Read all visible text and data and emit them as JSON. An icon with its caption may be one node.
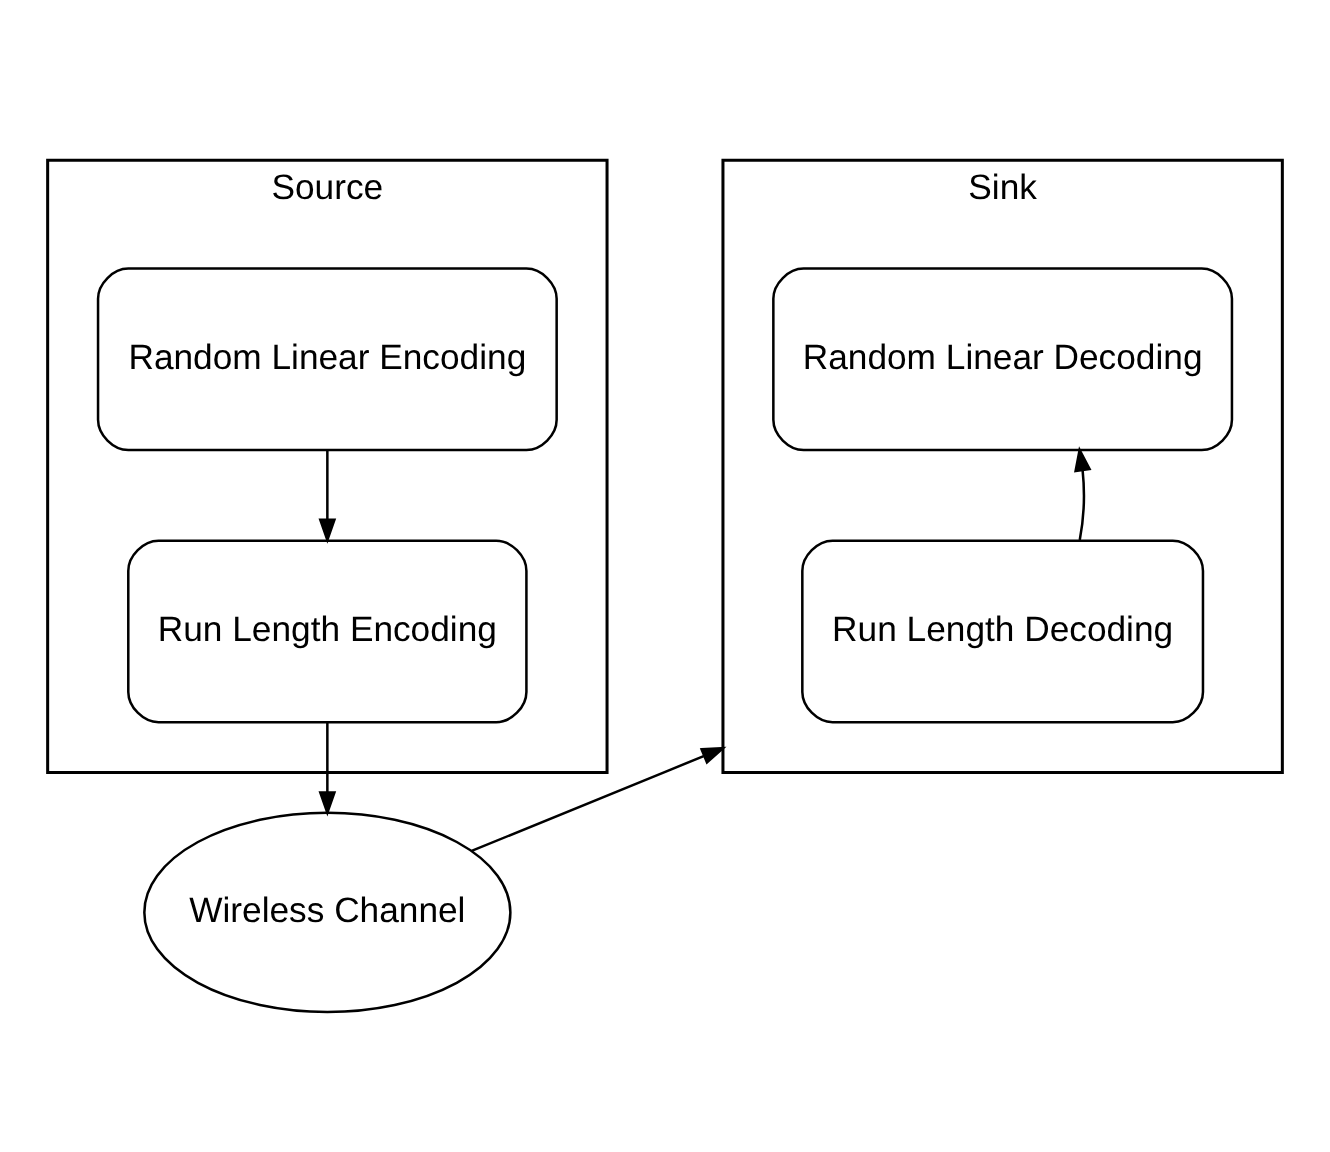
{
  "diagram": {
    "nodes": [
      {
        "text": [
          "Source"
        ]
      },
      {
        "text": [
          "Random Linear Encoding"
        ],
        "in": 0
      },
      {
        "text": [
          "Run Length Encoding"
        ],
        "in": 0
      },
      {
        "text": [
          "Sink"
        ]
      },
      {
        "text": [
          "Random Linear Decoding"
        ],
        "in": 3
      },
      {
        "text": [
          "Run Length Decoding"
        ],
        "in": 3
      },
      {
        "text": [
          "Wireless Channel"
        ]
      }
    ],
    "edges": [
      {
        "from": 1,
        "to": 2,
        "arrow": "to"
      },
      {
        "from": 2,
        "to": 6,
        "arrow": "to"
      },
      {
        "from": 6,
        "to": 3,
        "arrow": "to"
      },
      {
        "from": 5,
        "to": 4,
        "arrow": "to"
      }
    ]
  }
}
